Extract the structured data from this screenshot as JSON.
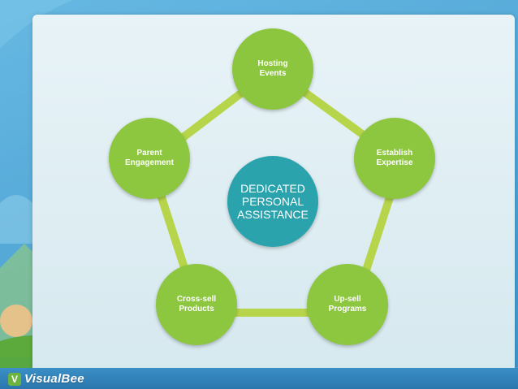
{
  "brand": {
    "mark": "V",
    "name": "VisualBee"
  },
  "diagram": {
    "center": "DEDICATED\nPERSONAL\nASSISTANCE",
    "nodes": [
      {
        "label": "Hosting\nEvents"
      },
      {
        "label": "Establish\nExpertise"
      },
      {
        "label": "Up-sell\nPrograms"
      },
      {
        "label": "Cross-sell\nProducts"
      },
      {
        "label": "Parent\nEngagement"
      }
    ]
  },
  "colors": {
    "ring": "#b7d54a",
    "node": "#8dc63f",
    "center": "#2aa3ad",
    "frame": "#4ea6d4"
  }
}
